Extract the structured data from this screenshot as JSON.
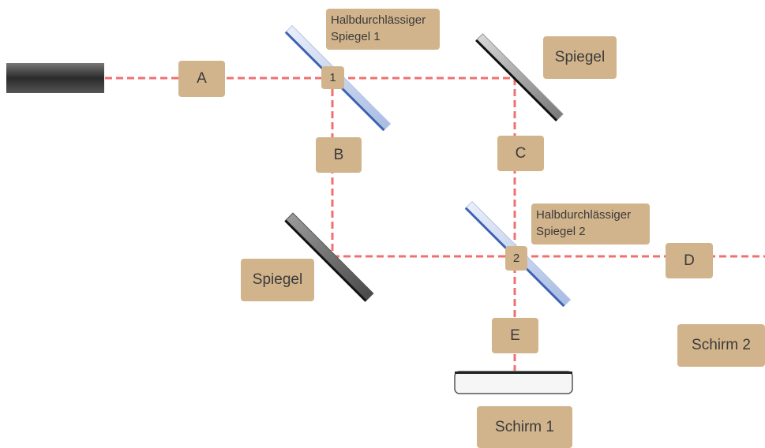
{
  "labels": {
    "A": "A",
    "B": "B",
    "C": "C",
    "D": "D",
    "E": "E",
    "one": "1",
    "two": "2",
    "halb1_line1": "Halbdurchlässiger",
    "halb1_line2": "Spiegel 1",
    "halb2_line1": "Halbdurchlässiger",
    "halb2_line2": "Spiegel 2",
    "spiegel_top": "Spiegel",
    "spiegel_bottom": "Spiegel",
    "schirm1": "Schirm 1",
    "schirm2": "Schirm 2"
  },
  "colors": {
    "beam": "#f07070",
    "label_bg": "#d2b48c",
    "semi_mirror": "#c9d6ef",
    "mirror": "#8c8c8c",
    "laser": "#3a3a3a"
  }
}
